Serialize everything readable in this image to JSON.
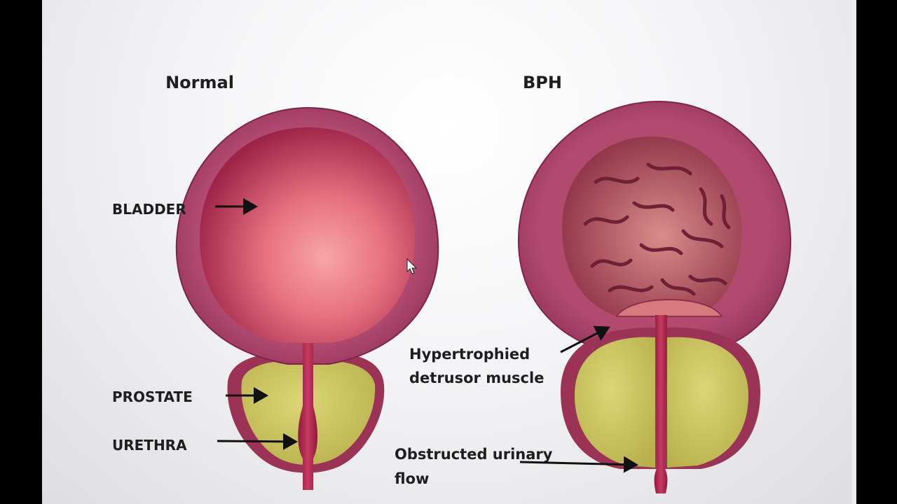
{
  "diagram": {
    "normal_title": "Normal",
    "bph_title": "BPH",
    "labels": {
      "bladder": "BLADDER",
      "prostate": "PROSTATE",
      "urethra": "URETHRA",
      "detrusor_line1": "Hypertrophied",
      "detrusor_line2": "detrusor muscle",
      "obstructed_line1": "Obstructed urinary",
      "obstructed_line2": "flow"
    }
  },
  "colors": {
    "background": "#f4f4f6",
    "bladder_wall": "#a53a63",
    "bladder_lumen": "#e0607f",
    "prostate": "#c9c35c",
    "urethra": "#a8234a"
  }
}
